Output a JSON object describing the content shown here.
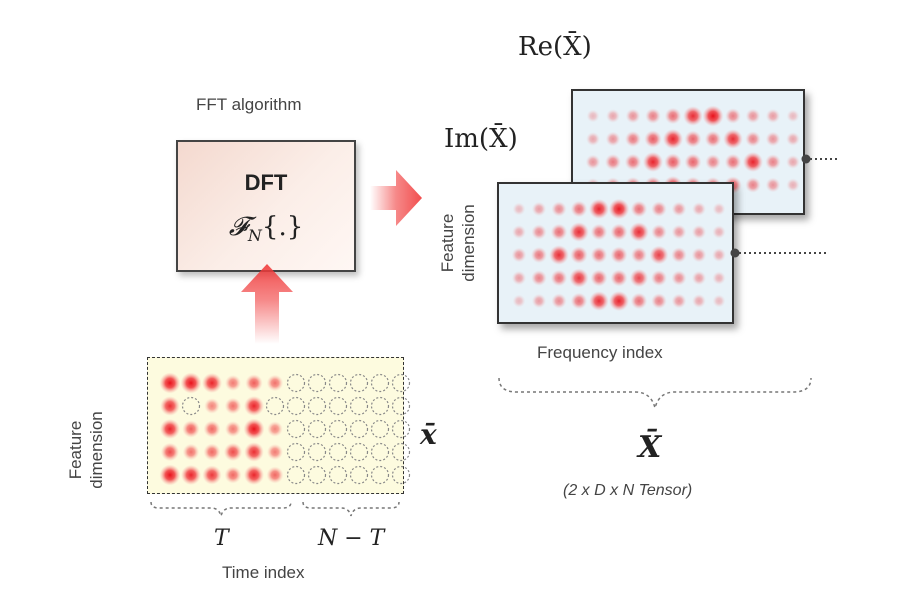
{
  "dft_block": {
    "caption": "FFT algorithm",
    "title": "DFT",
    "operator": "𝓕",
    "operator_sub": "N",
    "operator_arg": "{.}"
  },
  "input_matrix": {
    "ylabel_line1": "Feature",
    "ylabel_line2": "dimension",
    "symbol": "x̄",
    "brace_left_label": "T",
    "brace_right_label": "N − T",
    "xlabel": "Time index"
  },
  "output": {
    "real_label": "Re(X̄)",
    "imag_label": "Im(X̄)",
    "ylabel_line1": "Feature",
    "ylabel_line2": "dimension",
    "xlabel": "Frequency index",
    "symbol": "X̄",
    "subtitle": "(2 x D x N Tensor)"
  },
  "colors": {
    "accent_red": "#f03a3a",
    "input_bg": "#fdfbdf",
    "panel_bg": "#e8f2f8"
  }
}
